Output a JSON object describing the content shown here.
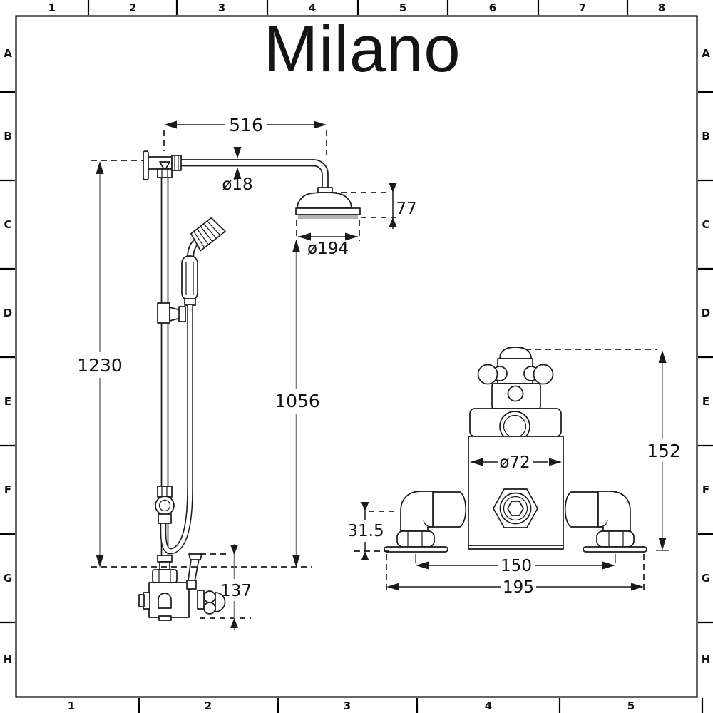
{
  "title": "Milano",
  "grid": {
    "top_labels": [
      "1",
      "2",
      "3",
      "4",
      "5",
      "6",
      "7",
      "8"
    ],
    "bottom_labels": [
      "1",
      "2",
      "3",
      "4",
      "5"
    ],
    "left_labels": [
      "A",
      "B",
      "C",
      "D",
      "E",
      "F",
      "G",
      "H"
    ],
    "right_labels": [
      "A",
      "B",
      "C",
      "D",
      "E",
      "F",
      "G",
      "H"
    ]
  },
  "colors": {
    "line": "#1a1a1a",
    "dim_line_gray": "#7d7d7d",
    "head_band": "#b3b3b3",
    "background": "#ffffff"
  },
  "left_view": {
    "name": "shower-system-side-view",
    "dimensions": {
      "arm_projection": "516",
      "arm_diameter": "ø18",
      "head_depth": "77",
      "head_diameter": "ø194",
      "overall_height": "1230",
      "head_to_outlet": "1056",
      "valve_height": "137"
    }
  },
  "right_view": {
    "name": "valve-front-view",
    "dimensions": {
      "overall_height": "152",
      "body_diameter": "ø72",
      "elbow_offset": "31.5",
      "inlet_centres": "150",
      "overall_width": "195"
    }
  }
}
